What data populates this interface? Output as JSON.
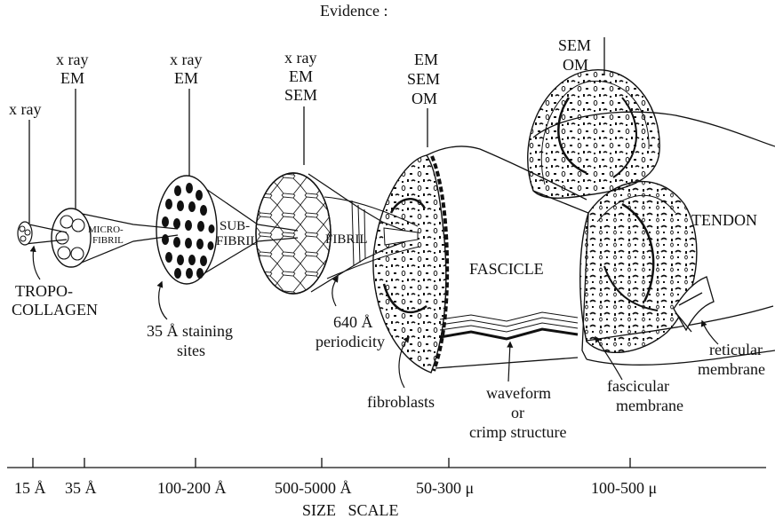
{
  "evidence": {
    "title": "Evidence :",
    "tropocollagen": [
      "x ray"
    ],
    "microfibril": [
      "x ray",
      "EM"
    ],
    "subfibril": [
      "x ray",
      "EM"
    ],
    "fibril": [
      "x ray",
      "EM",
      "SEM"
    ],
    "fascicle": [
      "EM",
      "SEM",
      "OM"
    ],
    "tendon": [
      "SEM",
      "OM"
    ]
  },
  "structures": {
    "tropocollagen": [
      "TROPO-",
      "COLLAGEN"
    ],
    "microfibril": [
      "MICRO-",
      "FIBRIL"
    ],
    "subfibril": [
      "SUB-",
      "FIBRIL"
    ],
    "fibril": "FIBRIL",
    "fascicle": "FASCICLE",
    "tendon": "TENDON"
  },
  "annotations": {
    "staining_sites": [
      "35 Å staining",
      "sites"
    ],
    "periodicity": [
      "640 Å",
      "periodicity"
    ],
    "fibroblasts": "fibroblasts",
    "waveform": [
      "waveform",
      "or",
      "crimp structure"
    ],
    "fascicular_membrane": [
      "fascicular",
      "membrane"
    ],
    "reticular_membrane": [
      "reticular",
      "membrane"
    ]
  },
  "size_scale": {
    "title": "SIZE   SCALE",
    "ticks": [
      "15 Å",
      "35 Å",
      "100-200 Å",
      "500-5000 Å",
      "50-300 μ",
      "100-500 μ"
    ]
  }
}
